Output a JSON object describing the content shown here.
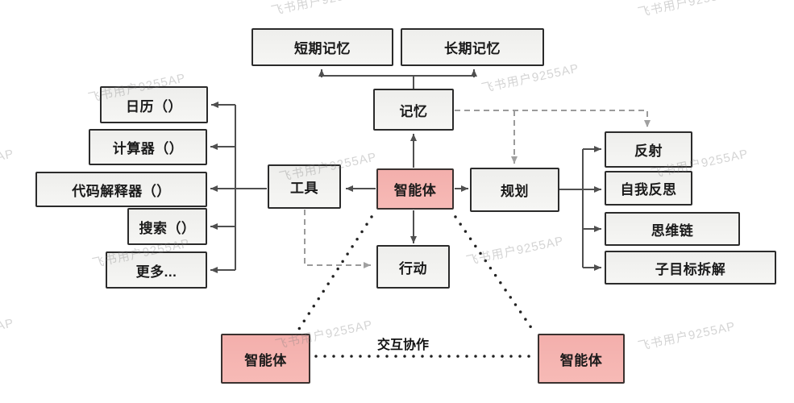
{
  "watermark": {
    "text": "飞书用户9255AP"
  },
  "colors": {
    "agent_fill": "#f5b3af",
    "node_fill": "#f2f2f0",
    "node_border": "#2b2b2b",
    "solid_edge": "#4f4f4f",
    "dashed_edge": "#9b9b9b",
    "dotted_edge": "#222222",
    "watermark": "#c5c5c5"
  },
  "diagram": {
    "nodes": {
      "short_term_memory": "短期记忆",
      "long_term_memory": "长期记忆",
      "memory": "记忆",
      "calendar": "日历（）",
      "calculator": "计算器（）",
      "code_interpreter": "代码解释器（）",
      "search": "搜索（）",
      "more": "更多...",
      "tools": "工具",
      "agent": "智能体",
      "planning": "规划",
      "reflection": "反射",
      "self_reflection": "自我反思",
      "chain_of_thought": "思维链",
      "subgoal_decomposition": "子目标拆解",
      "action": "行动",
      "agent_left": "智能体",
      "agent_right": "智能体"
    },
    "labels": {
      "collaboration": "交互协作"
    }
  }
}
